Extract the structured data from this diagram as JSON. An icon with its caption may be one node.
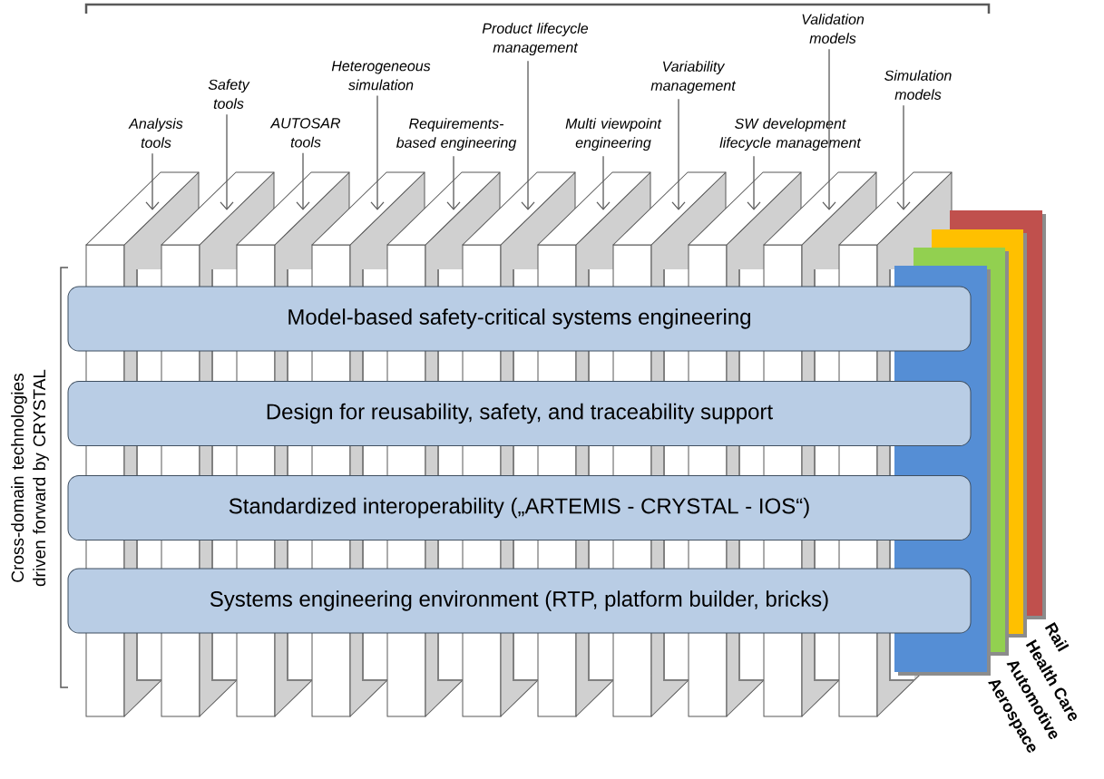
{
  "diagram": {
    "nodes": [
      {
        "text": [
          "Analysis tools"
        ]
      },
      {
        "text": [
          "Safety tools"
        ]
      },
      {
        "text": [
          "AUTOSAR tools"
        ]
      },
      {
        "text": [
          "Heterogeneous simulation"
        ]
      },
      {
        "text": [
          "Requirements-based engineering"
        ]
      },
      {
        "text": [
          "Product lifecycle management"
        ]
      },
      {
        "text": [
          "Multi viewpoint engineering"
        ]
      },
      {
        "text": [
          "Variability management"
        ]
      },
      {
        "text": [
          "SW development lifecycle management"
        ]
      },
      {
        "text": [
          "Validation models"
        ]
      },
      {
        "text": [
          "Simulation models"
        ]
      },
      {
        "text": [],
        "shape": "box"
      },
      {
        "text": [],
        "shape": "box"
      },
      {
        "text": [],
        "shape": "box"
      },
      {
        "text": [],
        "shape": "box"
      },
      {
        "text": [],
        "shape": "box"
      },
      {
        "text": [],
        "shape": "box"
      },
      {
        "text": [],
        "shape": "box"
      },
      {
        "text": [],
        "shape": "box"
      },
      {
        "text": [],
        "shape": "box"
      },
      {
        "text": [],
        "shape": "box"
      },
      {
        "text": [],
        "shape": "box"
      },
      {
        "text": [
          "Model-based safety-critical systems engineering"
        ]
      },
      {
        "text": [
          "Design for reusability, safety, and traceability support"
        ]
      },
      {
        "text": [
          "Standardized interoperability („ARTEMIS - CRYSTAL - IOS“)"
        ]
      },
      {
        "text": [
          "Systems engineering environment (RTP, platform builder, bricks)"
        ]
      },
      {
        "text": [
          "Rail"
        ]
      },
      {
        "text": [
          "Health Care"
        ]
      },
      {
        "text": [
          "Automotive"
        ]
      },
      {
        "text": [
          "Aerospace"
        ]
      }
    ],
    "edges": [
      {
        "from": 0,
        "to": 11,
        "arrow": "to"
      },
      {
        "from": 1,
        "to": 12,
        "arrow": "to"
      },
      {
        "from": 2,
        "to": 13,
        "arrow": "to"
      },
      {
        "from": 3,
        "to": 14,
        "arrow": "to"
      },
      {
        "from": 4,
        "to": 15,
        "arrow": "to"
      },
      {
        "from": 5,
        "to": 16,
        "arrow": "to"
      },
      {
        "from": 6,
        "to": 17,
        "arrow": "to"
      },
      {
        "from": 7,
        "to": 18,
        "arrow": "to"
      },
      {
        "from": 8,
        "to": 19,
        "arrow": "to"
      },
      {
        "from": 9,
        "to": 20,
        "arrow": "to"
      },
      {
        "from": 10,
        "to": 21,
        "arrow": "to"
      }
    ],
    "labels": [
      "Cross-domain technologies driven forward by CRYSTAL"
    ]
  }
}
